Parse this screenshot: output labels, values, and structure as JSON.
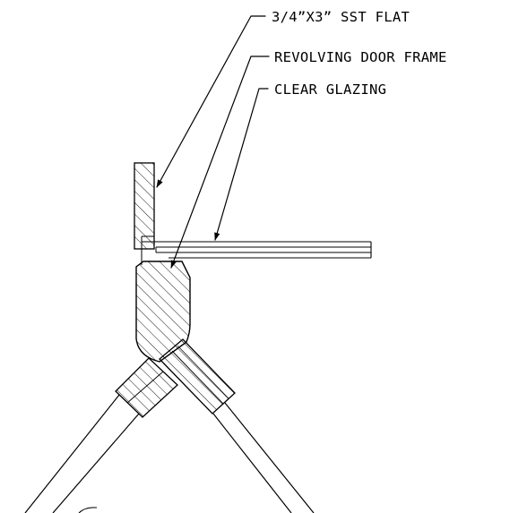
{
  "annotations": [
    {
      "id": "sst-flat",
      "text": "3/4”X3” SST FLAT"
    },
    {
      "id": "door-frame",
      "text": "REVOLVING DOOR FRAME"
    },
    {
      "id": "glazing",
      "text": "CLEAR GLAZING"
    }
  ],
  "colors": {
    "line": "#000000",
    "background": "#ffffff"
  }
}
